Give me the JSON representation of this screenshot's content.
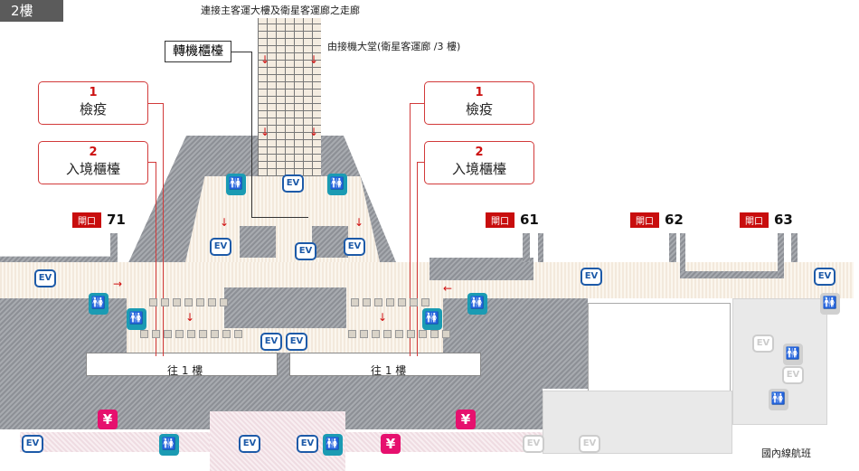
{
  "floor_label": "2樓",
  "top_labels": {
    "walkway": "連接主客運大樓及衛星客運廊之走廊",
    "from_arrival": "由接機大堂(衛星客運廊 /3 樓)",
    "transfer": "轉機櫃檯"
  },
  "callouts": [
    {
      "num": "1",
      "text": "檢疫"
    },
    {
      "num": "2",
      "text": "入境櫃檯"
    },
    {
      "num": "1",
      "text": "檢疫"
    },
    {
      "num": "2",
      "text": "入境櫃檯"
    }
  ],
  "gates": [
    {
      "tag": "閘口",
      "num": "71"
    },
    {
      "tag": "閘口",
      "num": "61"
    },
    {
      "tag": "閘口",
      "num": "62"
    },
    {
      "tag": "閘口",
      "num": "63"
    }
  ],
  "to_first_floor": [
    "往 1 樓",
    "往 1 樓"
  ],
  "domestic": "國內線航班",
  "icons": {
    "ev": "EV",
    "wc": "🚻",
    "yen": "¥"
  }
}
